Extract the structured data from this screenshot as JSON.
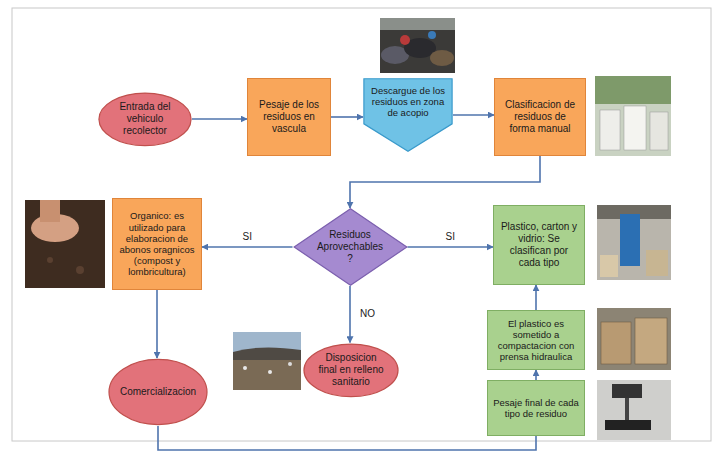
{
  "diagram": {
    "nodes": [
      {
        "text": [
          "Entrada del vehiculo recolector"
        ]
      },
      {
        "text": [
          "Pesaje de los residuos en vascula"
        ]
      },
      {
        "text": [
          "Descargue de los residuos en zona de acopio"
        ]
      },
      {
        "text": [
          "Clasificacion de residuos de forma manual"
        ]
      },
      {
        "text": [
          "Residuos Aprovechables ?"
        ]
      },
      {
        "text": [
          "Organico: es utilizado para elaboracion de abonos oragnicos (compost y lombricultura)"
        ]
      },
      {
        "text": [
          "Plastico, carton y vidrio: Se clasifican por cada tipo"
        ]
      },
      {
        "text": [
          "El plastico es sometido a compactacion con prensa hidraulica"
        ]
      },
      {
        "text": [
          "Disposicion final en relleno sanitario"
        ]
      },
      {
        "text": [
          "Comercializacion"
        ]
      },
      {
        "text": [
          "Pesaje final de cada tipo de residuo"
        ]
      }
    ],
    "edges": [
      {
        "from": 0,
        "to": 1,
        "arrow": "to"
      },
      {
        "from": 1,
        "to": 2,
        "arrow": "to"
      },
      {
        "from": 2,
        "to": 3,
        "arrow": "to"
      },
      {
        "from": 3,
        "to": 4,
        "arrow": "to"
      },
      {
        "from": 4,
        "to": 5,
        "label": "SI",
        "arrow": "to"
      },
      {
        "from": 4,
        "to": 6,
        "label": "SI",
        "arrow": "to"
      },
      {
        "from": 4,
        "to": 8,
        "label": "NO",
        "arrow": "to"
      },
      {
        "from": 5,
        "to": 9,
        "arrow": "to"
      },
      {
        "from": 10,
        "to": 7,
        "arrow": "to"
      },
      {
        "from": 7,
        "to": 6,
        "arrow": "to"
      },
      {
        "from": 10,
        "to": 9,
        "arrow": "none"
      }
    ]
  }
}
